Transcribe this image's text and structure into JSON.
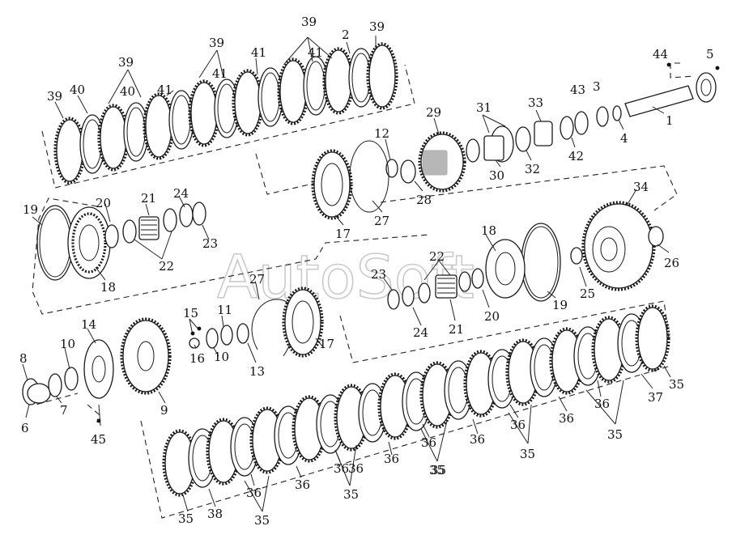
{
  "watermark": "AutoSoft",
  "labels": [
    {
      "id": "l1",
      "text": "39"
    },
    {
      "id": "l2",
      "text": "40"
    },
    {
      "id": "l3",
      "text": "39"
    },
    {
      "id": "l4",
      "text": "40"
    },
    {
      "id": "l5",
      "text": "41"
    },
    {
      "id": "l6",
      "text": "39"
    },
    {
      "id": "l7",
      "text": "41"
    },
    {
      "id": "l8",
      "text": "41"
    },
    {
      "id": "l9",
      "text": "39"
    },
    {
      "id": "l10",
      "text": "41"
    },
    {
      "id": "l11",
      "text": "2"
    },
    {
      "id": "l12",
      "text": "39"
    },
    {
      "id": "l13",
      "text": "44"
    },
    {
      "id": "l14",
      "text": "5"
    },
    {
      "id": "l15",
      "text": "43"
    },
    {
      "id": "l16",
      "text": "3"
    },
    {
      "id": "l17",
      "text": "33"
    },
    {
      "id": "l18",
      "text": "31"
    },
    {
      "id": "l19",
      "text": "29"
    },
    {
      "id": "l20",
      "text": "1"
    },
    {
      "id": "l21",
      "text": "4"
    },
    {
      "id": "l22",
      "text": "42"
    },
    {
      "id": "l23",
      "text": "32"
    },
    {
      "id": "l24",
      "text": "30"
    },
    {
      "id": "l25",
      "text": "12"
    },
    {
      "id": "l26",
      "text": "28"
    },
    {
      "id": "l27",
      "text": "27"
    },
    {
      "id": "l28",
      "text": "17"
    },
    {
      "id": "l29",
      "text": "34"
    },
    {
      "id": "l30",
      "text": "26"
    },
    {
      "id": "l31",
      "text": "19"
    },
    {
      "id": "l32",
      "text": "20"
    },
    {
      "id": "l33",
      "text": "21"
    },
    {
      "id": "l34",
      "text": "24"
    },
    {
      "id": "l35",
      "text": "23"
    },
    {
      "id": "l36",
      "text": "22"
    },
    {
      "id": "l37",
      "text": "18"
    },
    {
      "id": "l38",
      "text": "18"
    },
    {
      "id": "l39",
      "text": "22"
    },
    {
      "id": "l40",
      "text": "27"
    },
    {
      "id": "l41",
      "text": "23"
    },
    {
      "id": "l42",
      "text": "19"
    },
    {
      "id": "l43",
      "text": "25"
    },
    {
      "id": "l44",
      "text": "20"
    },
    {
      "id": "l45",
      "text": "21"
    },
    {
      "id": "l46",
      "text": "24"
    },
    {
      "id": "l47",
      "text": "15"
    },
    {
      "id": "l48",
      "text": "11"
    },
    {
      "id": "l49",
      "text": "16"
    },
    {
      "id": "l50",
      "text": "10"
    },
    {
      "id": "l51",
      "text": "13"
    },
    {
      "id": "l52",
      "text": "17"
    },
    {
      "id": "l53",
      "text": "14"
    },
    {
      "id": "l54",
      "text": "10"
    },
    {
      "id": "l55",
      "text": "8"
    },
    {
      "id": "l56",
      "text": "6"
    },
    {
      "id": "l57",
      "text": "7"
    },
    {
      "id": "l58",
      "text": "9"
    },
    {
      "id": "l59",
      "text": "45"
    },
    {
      "id": "l60",
      "text": "35"
    },
    {
      "id": "l61",
      "text": "37"
    },
    {
      "id": "l62",
      "text": "36"
    },
    {
      "id": "l63",
      "text": "35"
    },
    {
      "id": "l64",
      "text": "36"
    },
    {
      "id": "l65",
      "text": "35"
    },
    {
      "id": "l66",
      "text": "36"
    },
    {
      "id": "l67",
      "text": "36"
    },
    {
      "id": "l68",
      "text": "35"
    },
    {
      "id": "l69",
      "text": "36"
    },
    {
      "id": "l70",
      "text": "36"
    },
    {
      "id": "l71",
      "text": "35"
    },
    {
      "id": "l72",
      "text": "36"
    },
    {
      "id": "l73",
      "text": "35"
    },
    {
      "id": "l74",
      "text": "36"
    },
    {
      "id": "l75",
      "text": "36"
    },
    {
      "id": "l76",
      "text": "35"
    },
    {
      "id": "l77",
      "text": "38"
    },
    {
      "id": "l78",
      "text": "36"
    },
    {
      "id": "l79",
      "text": "35"
    }
  ]
}
